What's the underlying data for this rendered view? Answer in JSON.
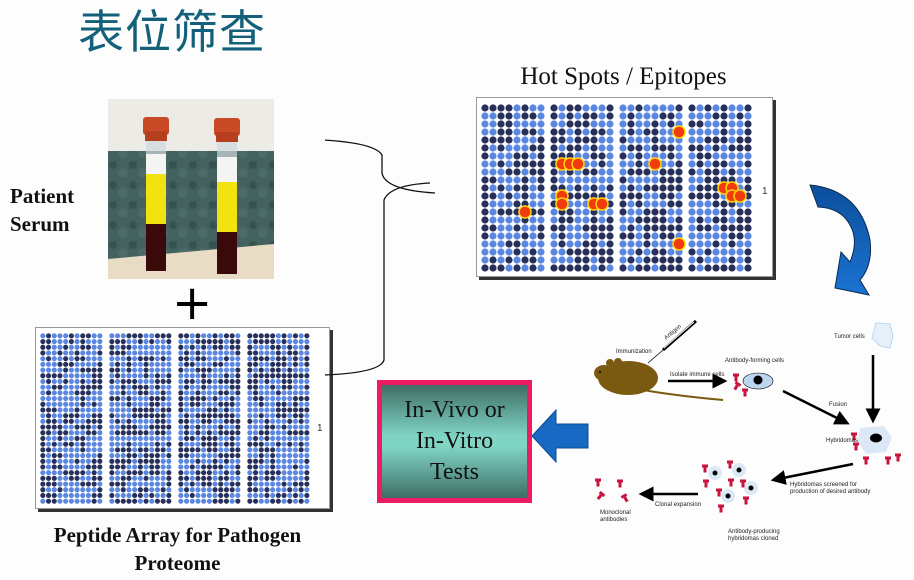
{
  "slide": {
    "title": "表位筛查",
    "patient_serum_label": [
      "Patient",
      "Serum"
    ],
    "plus_symbol": "+",
    "array_caption": [
      "Peptide Array for Pathogen",
      "Proteome"
    ],
    "hotspot_title": "Hot Spots / Epitopes",
    "array_marker": "1",
    "tests_box": [
      "In-Vivo or",
      "In-Vitro",
      "Tests"
    ]
  },
  "colors": {
    "title": "#13607a",
    "spot_light": "#5b87e0",
    "spot_dark": "#26305a",
    "hotspot_fill": "#f03a10",
    "hotspot_ring": "#ffd400",
    "arrow_blue": "#1565c8",
    "tests_border": "#ee1a64",
    "antibody_red": "#c8143c",
    "mouse_brown": "#7a5a10"
  },
  "hotspots": [
    {
      "panel": 1,
      "col": 5,
      "row": 13
    },
    {
      "panel": 2,
      "col": 1,
      "row": 7
    },
    {
      "panel": 2,
      "col": 2,
      "row": 7
    },
    {
      "panel": 2,
      "col": 3,
      "row": 7
    },
    {
      "panel": 2,
      "col": 1,
      "row": 11
    },
    {
      "panel": 2,
      "col": 1,
      "row": 12
    },
    {
      "panel": 2,
      "col": 5,
      "row": 12
    },
    {
      "panel": 2,
      "col": 6,
      "row": 12
    },
    {
      "panel": 3,
      "col": 4,
      "row": 7
    },
    {
      "panel": 3,
      "col": 7,
      "row": 3
    },
    {
      "panel": 3,
      "col": 7,
      "row": 17
    },
    {
      "panel": 4,
      "col": 4,
      "row": 10
    },
    {
      "panel": 4,
      "col": 5,
      "row": 10
    },
    {
      "panel": 4,
      "col": 5,
      "row": 11
    },
    {
      "panel": 4,
      "col": 6,
      "row": 11
    }
  ],
  "hybridoma": {
    "immunization": "Immunization",
    "antigen": "Antigen",
    "isolate": "Isolate immune cells",
    "antibody_forming": "Antibody-forming cells",
    "tumor": "Tumor cells",
    "fusion": "Fusion",
    "hybridomas": "Hybridomas",
    "screened": [
      "Hybridomas screened for",
      "production of desired antibody"
    ],
    "cloned": [
      "Antibody-producing",
      "hybridomas cloned"
    ],
    "clonal": "Clonal expansion",
    "monoclonal": [
      "Monoclonal",
      "antibodies"
    ]
  }
}
